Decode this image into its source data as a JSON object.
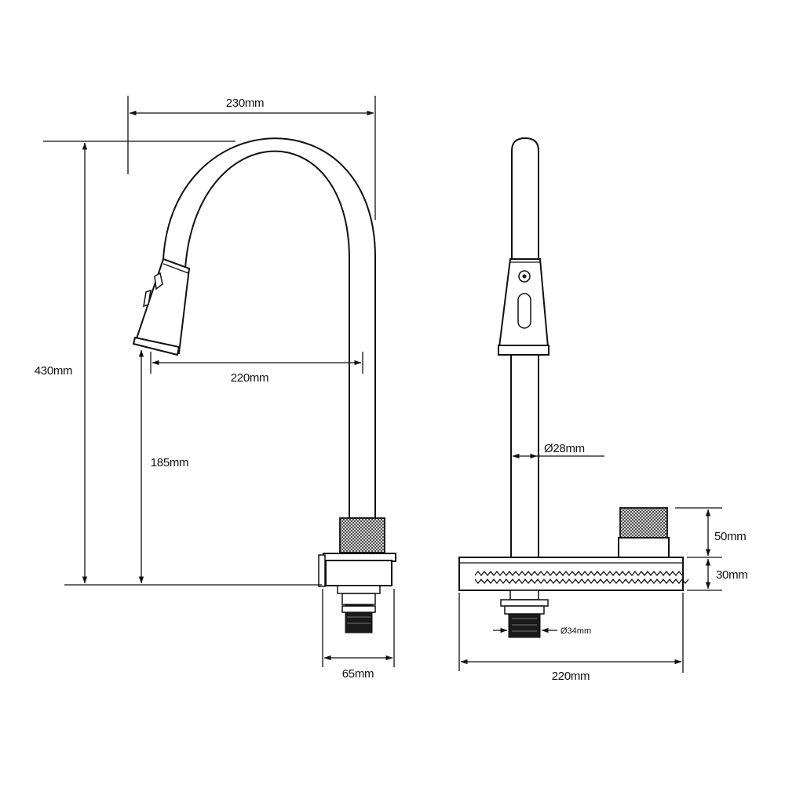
{
  "colors": {
    "line": "#111111",
    "background": "#ffffff"
  },
  "side_view": {
    "width_top": "230mm",
    "height_total": "430mm",
    "reach": "220mm",
    "spout_height": "185mm",
    "base_width": "65mm"
  },
  "front_view": {
    "pipe_diameter": "Ø28mm",
    "handle_height": "50mm",
    "base_height": "30mm",
    "thread_diameter": "Ø34mm",
    "base_width": "220mm"
  }
}
